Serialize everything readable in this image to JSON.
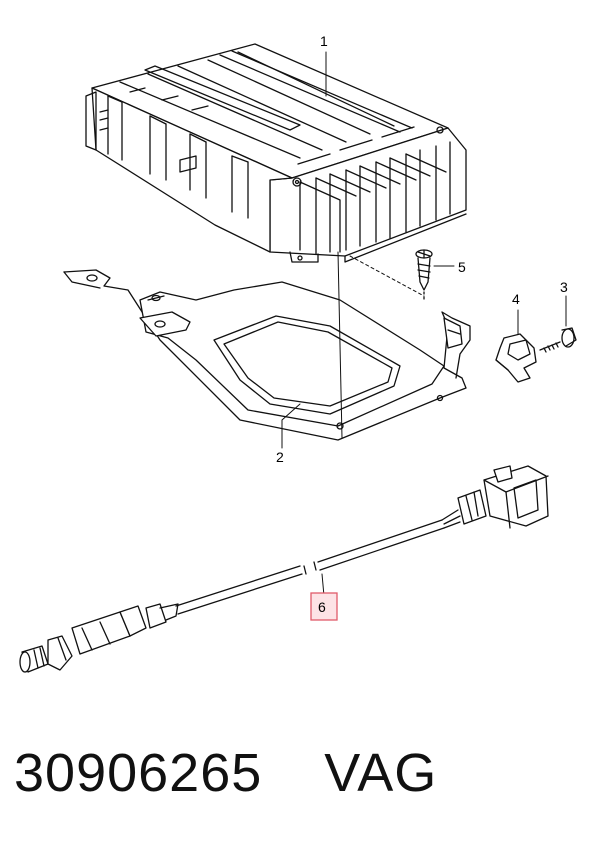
{
  "diagram": {
    "callouts": [
      {
        "id": "1",
        "label": "1"
      },
      {
        "id": "2",
        "label": "2"
      },
      {
        "id": "3",
        "label": "3"
      },
      {
        "id": "4",
        "label": "4"
      },
      {
        "id": "5",
        "label": "5"
      },
      {
        "id": "6",
        "label": "6",
        "highlighted": true
      }
    ],
    "highlight_color": "#e05a6a",
    "highlight_fill": "#fde3e6"
  },
  "footer": {
    "part_number": "30906265",
    "brand": "VAG"
  }
}
